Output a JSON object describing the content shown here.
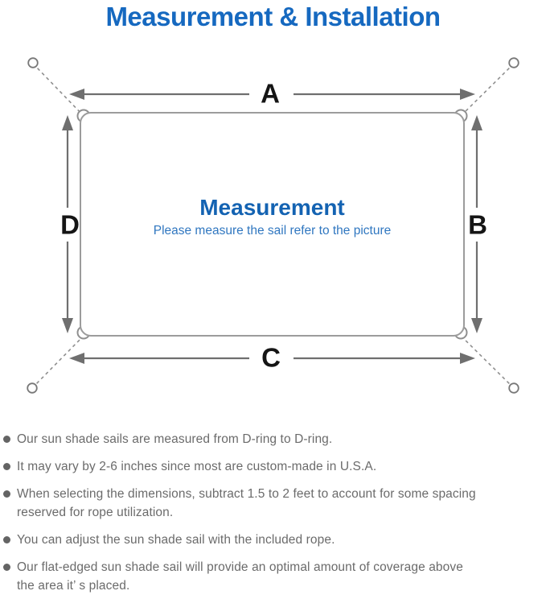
{
  "page": {
    "title": "Measurement & Installation"
  },
  "diagram": {
    "labels": {
      "a": "A",
      "b": "B",
      "c": "C",
      "d": "D"
    },
    "center_title": "Measurement",
    "center_subtitle": "Please measure the sail refer to the picture",
    "colors": {
      "title_blue": "#1669c0",
      "center_title_blue": "#1463b2",
      "center_subtitle_blue": "#3077c0",
      "outline_gray": "#9c9c9c",
      "arrow_gray": "#6f6f6f",
      "label_black": "#151515",
      "note_text_gray": "#6b6b6b"
    }
  },
  "notes": {
    "bullets": [
      "Our sun shade sails are measured from D-ring to D-ring.",
      "It may vary by 2-6 inches since most are custom-made in U.S.A.",
      "When selecting the dimensions, subtract 1.5 to 2 feet to account for some spacing\nreserved for rope utilization.",
      "You can adjust the sun shade sail with the included rope.",
      "Our flat-edged sun shade sail will provide an optimal amount of coverage above\nthe area it’ s placed."
    ]
  }
}
